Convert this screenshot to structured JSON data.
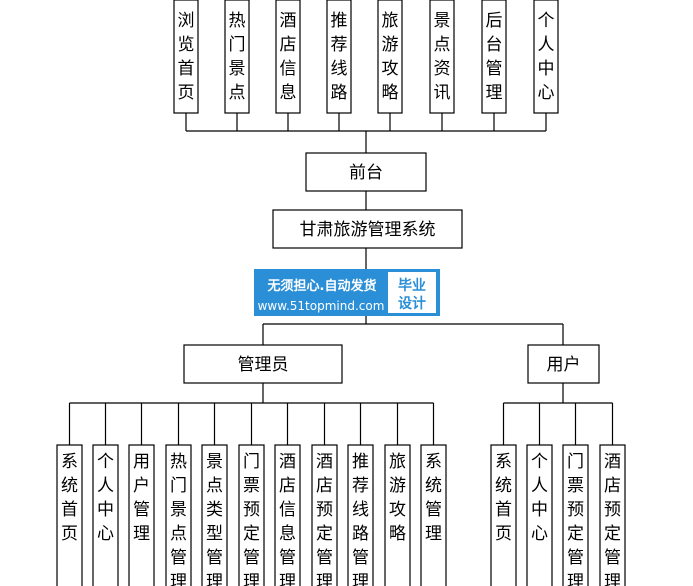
{
  "top_modules": [
    {
      "label": "浏览首页"
    },
    {
      "label": "热门景点"
    },
    {
      "label": "酒店信息"
    },
    {
      "label": "推荐线路"
    },
    {
      "label": "旅游攻略"
    },
    {
      "label": "景点资讯"
    },
    {
      "label": "后台管理"
    },
    {
      "label": "个人中心"
    }
  ],
  "frontend": {
    "label": "前台"
  },
  "system": {
    "label": "甘肃旅游管理系统"
  },
  "watermark": {
    "line1": "无须担心.自动发货",
    "line2": "www.51topmind.com",
    "badge_line1": "毕业",
    "badge_line2": "设计",
    "bg_color": "#2a8fd6"
  },
  "admin": {
    "label": "管理员",
    "modules": [
      {
        "label": "系统首页"
      },
      {
        "label": "个人中心"
      },
      {
        "label": "用户管理"
      },
      {
        "label": "热门景点管理"
      },
      {
        "label": "景点类型管理"
      },
      {
        "label": "门票预定管理"
      },
      {
        "label": "酒店信息管理"
      },
      {
        "label": "酒店预定管理"
      },
      {
        "label": "推荐线路管理"
      },
      {
        "label": "旅游攻略"
      },
      {
        "label": "系统管理"
      }
    ]
  },
  "user": {
    "label": "用户",
    "modules": [
      {
        "label": "系统首页"
      },
      {
        "label": "个人中心"
      },
      {
        "label": "门票预定管理"
      },
      {
        "label": "酒店预定管理"
      }
    ]
  }
}
